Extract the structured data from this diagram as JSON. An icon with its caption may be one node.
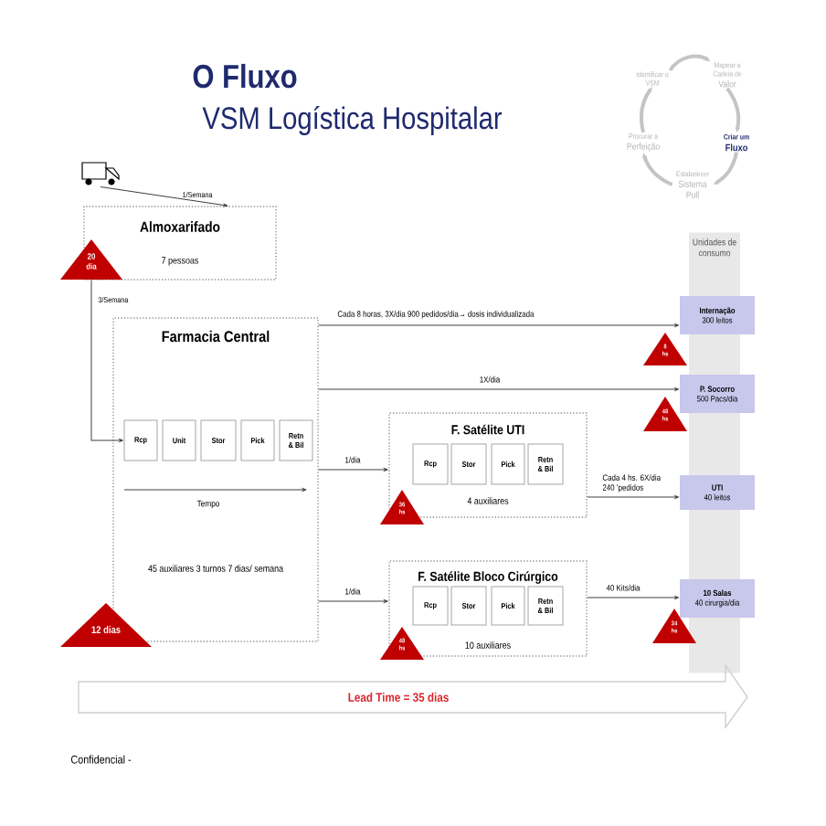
{
  "diagram": {
    "title": "O Fluxo",
    "nodes": [
      {
        "text": [
          "Identificar o VSM"
        ]
      },
      {
        "text": [
          "Mapear a Cadeia de",
          "Valor"
        ]
      },
      {
        "text": [
          "Procurar a",
          "Perfeição"
        ]
      },
      {
        "text": [
          "Criar um",
          "Fluxo"
        ]
      },
      {
        "text": [
          "Estabelecer",
          "Sistema Pull"
        ]
      },
      {
        "text": [],
        "shape": "picture"
      },
      {
        "text": [
          "Almoxarifado",
          "7 pessoas"
        ]
      },
      {
        "text": [
          "20 dia"
        ]
      },
      {
        "text": [
          "Unidades de consumo"
        ]
      },
      {
        "text": [
          "Farmacia Central",
          "45 auxiliares 3 turnos 7 dias/ semana"
        ]
      },
      {
        "text": [
          "Rcp"
        ],
        "in": 9
      },
      {
        "text": [
          "Unit"
        ],
        "in": 9
      },
      {
        "text": [
          "Stor"
        ],
        "in": 9
      },
      {
        "text": [
          "Pick"
        ],
        "in": 9
      },
      {
        "text": [
          "Retn & Bil"
        ],
        "in": 9
      },
      {
        "text": [
          "Internação",
          "300 leitos"
        ]
      },
      {
        "text": [
          "8 hs"
        ]
      },
      {
        "text": [
          "P. Socorro",
          "500 Pacs/dia"
        ]
      },
      {
        "text": [
          "48 hs"
        ]
      },
      {
        "text": [
          "F. Satélite UTI",
          "4 auxiliares"
        ]
      },
      {
        "text": [
          "Rcp"
        ],
        "in": 19
      },
      {
        "text": [
          "Stor"
        ],
        "in": 19
      },
      {
        "text": [
          "Pick"
        ],
        "in": 19
      },
      {
        "text": [
          "Retn & Bil"
        ],
        "in": 19
      },
      {
        "text": [
          "36 hs"
        ]
      },
      {
        "text": [
          "UTI",
          "40 leitos"
        ]
      },
      {
        "text": [
          "F. Satélite Bloco Cirúrgico",
          "10 auxiliares"
        ]
      },
      {
        "text": [
          "Rcp"
        ],
        "in": 26
      },
      {
        "text": [
          "Stor"
        ],
        "in": 26
      },
      {
        "text": [
          "Pick"
        ],
        "in": 26
      },
      {
        "text": [
          "Retn & Bil"
        ],
        "in": 26
      },
      {
        "text": [
          "48 hs"
        ]
      },
      {
        "text": [
          "10 Salas",
          "40 cirurgia/dia"
        ]
      },
      {
        "text": [
          "24 hs"
        ]
      },
      {
        "text": [
          "12 dias"
        ]
      },
      {
        "text": [
          "Lead Time = 35 dias"
        ]
      }
    ],
    "edges": [
      {
        "from": 0,
        "to": 1,
        "arrow": "to",
        "style": "thick",
        "color": "#c4c4c4"
      },
      {
        "from": 1,
        "to": 3,
        "arrow": "to",
        "style": "thick",
        "color": "#c4c4c4"
      },
      {
        "from": 3,
        "to": 4,
        "arrow": "to",
        "style": "thick",
        "color": "#c4c4c4"
      },
      {
        "from": 4,
        "to": 2,
        "arrow": "to",
        "style": "thick",
        "color": "#c4c4c4"
      },
      {
        "from": 2,
        "to": 0,
        "arrow": "to",
        "style": "thick",
        "color": "#c4c4c4"
      },
      {
        "from": 5,
        "to": 6,
        "arrow": "to",
        "label": "1/Semana"
      },
      {
        "from": 7,
        "to": 10,
        "arrow": "to",
        "label": "3/Semana"
      },
      {
        "from": 9,
        "to": 15,
        "arrow": "to",
        "label": "Cada 8 horas, 3X/dia 900 pedidos/dia→ dosis individualizada"
      },
      {
        "from": 9,
        "to": 17,
        "arrow": "to",
        "label": "1X/dia"
      },
      {
        "from": 9,
        "to": 19,
        "arrow": "to",
        "label": "1/dia"
      },
      {
        "from": 9,
        "to": 26,
        "arrow": "to",
        "label": "1/dia"
      },
      {
        "from": 19,
        "to": 25,
        "arrow": "to",
        "label": "Cada 4 hs. 6X/dia 240 'pedidos"
      },
      {
        "from": 26,
        "to": 32,
        "arrow": "to",
        "label": "40 Kits/dia"
      }
    ],
    "labels": [
      "VSM Logística Hospitalar",
      "Tempo",
      "Confidencial -"
    ]
  }
}
